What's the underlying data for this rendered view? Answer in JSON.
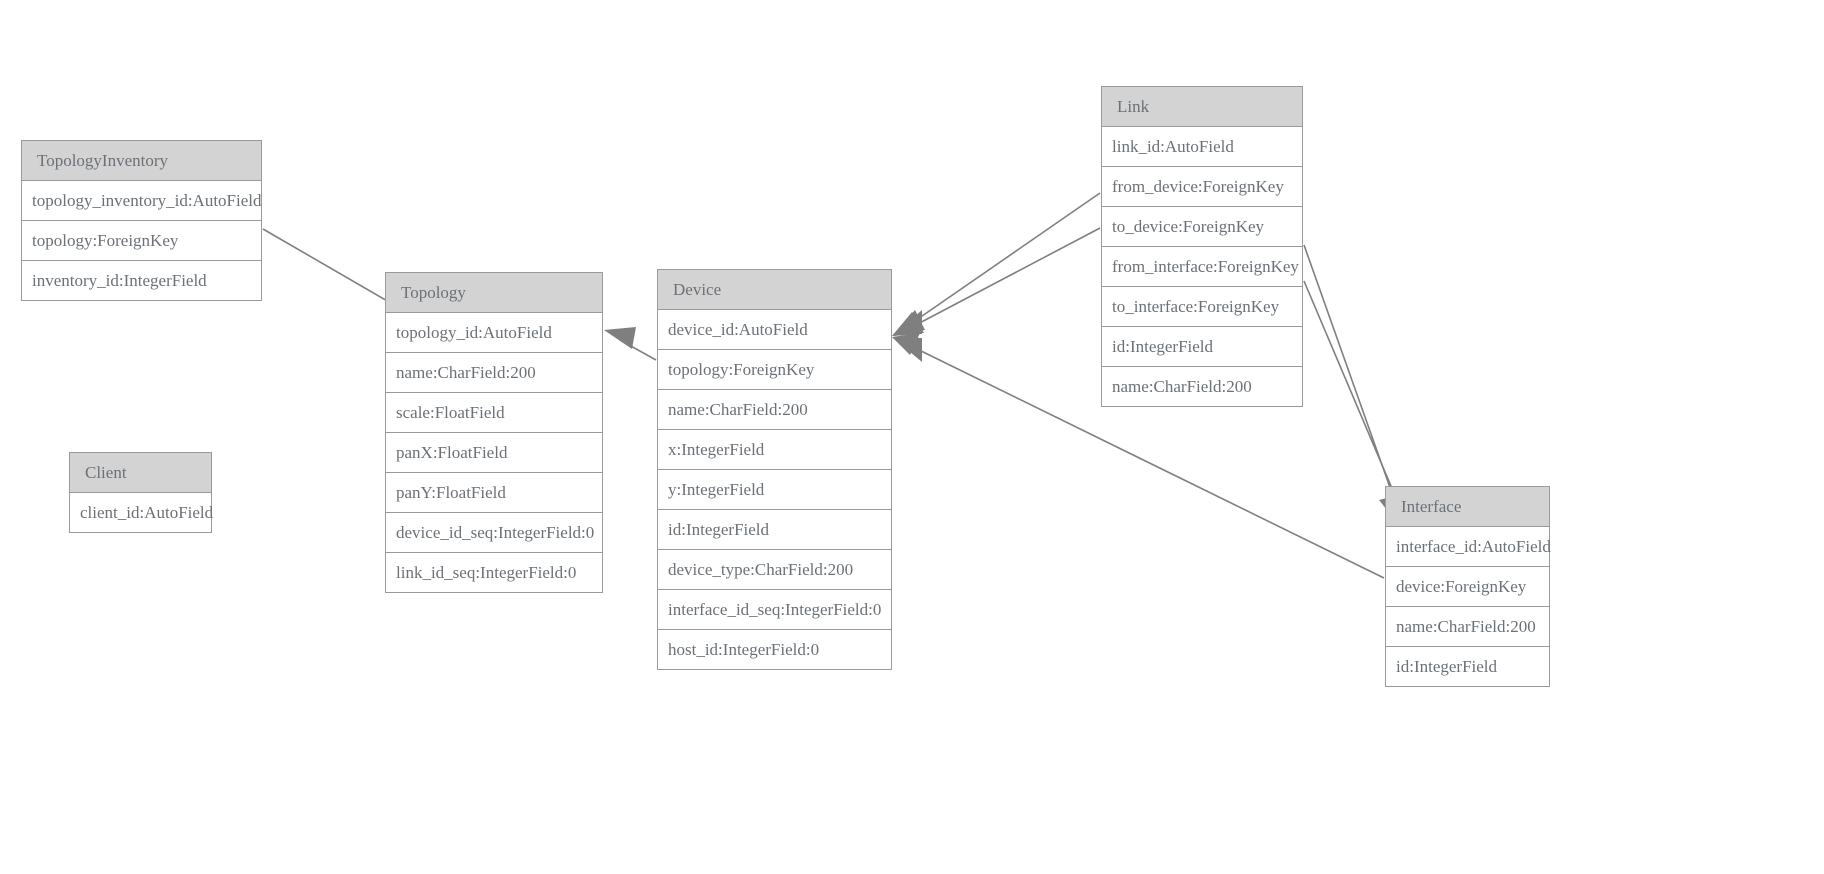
{
  "diagram": {
    "title": "Django model entity-relationship diagram",
    "background_color": "#ffffff",
    "entity_header_color": "#d3d3d3",
    "entity_border_color": "#9a9a9a",
    "entity_text_color": "#6b7177",
    "edge_color": "#7f7f7f",
    "arrowhead_color": "#7f7f7f"
  },
  "entities": [
    {
      "id": "topologyinventory",
      "name": "TopologyInventory",
      "fields": [
        "topology_inventory_id:AutoField",
        "topology:ForeignKey",
        "inventory_id:IntegerField"
      ]
    },
    {
      "id": "topology",
      "name": "Topology",
      "fields": [
        "topology_id:AutoField",
        "name:CharField:200",
        "scale:FloatField",
        "panX:FloatField",
        "panY:FloatField",
        "device_id_seq:IntegerField:0",
        "link_id_seq:IntegerField:0"
      ]
    },
    {
      "id": "client",
      "name": "Client",
      "fields": [
        "client_id:AutoField"
      ]
    },
    {
      "id": "device",
      "name": "Device",
      "fields": [
        "device_id:AutoField",
        "topology:ForeignKey",
        "name:CharField:200",
        "x:IntegerField",
        "y:IntegerField",
        "id:IntegerField",
        "device_type:CharField:200",
        "interface_id_seq:IntegerField:0",
        "host_id:IntegerField:0"
      ]
    },
    {
      "id": "link",
      "name": "Link",
      "fields": [
        "link_id:AutoField",
        "from_device:ForeignKey",
        "to_device:ForeignKey",
        "from_interface:ForeignKey",
        "to_interface:ForeignKey",
        "id:IntegerField",
        "name:CharField:200"
      ]
    },
    {
      "id": "interface",
      "name": "Interface",
      "fields": [
        "interface_id:AutoField",
        "device:ForeignKey",
        "name:CharField:200",
        "id:IntegerField"
      ]
    }
  ],
  "relationships": [
    {
      "id": "topologyinventory-topology",
      "from": "TopologyInventory",
      "to": "Topology",
      "via": "topology:ForeignKey"
    },
    {
      "id": "device-topology",
      "from": "Device",
      "to": "Topology",
      "via": "topology:ForeignKey"
    },
    {
      "id": "link-from-device",
      "from": "Link",
      "to": "Device",
      "via": "from_device:ForeignKey"
    },
    {
      "id": "link-to-device",
      "from": "Link",
      "to": "Device",
      "via": "to_device:ForeignKey"
    },
    {
      "id": "interface-device",
      "from": "Interface",
      "to": "Device",
      "via": "device:ForeignKey"
    },
    {
      "id": "link-from-interface",
      "from": "Link",
      "to": "Interface",
      "via": "from_interface:ForeignKey"
    },
    {
      "id": "link-to-interface",
      "from": "Link",
      "to": "Interface",
      "via": "to_interface:ForeignKey"
    }
  ]
}
